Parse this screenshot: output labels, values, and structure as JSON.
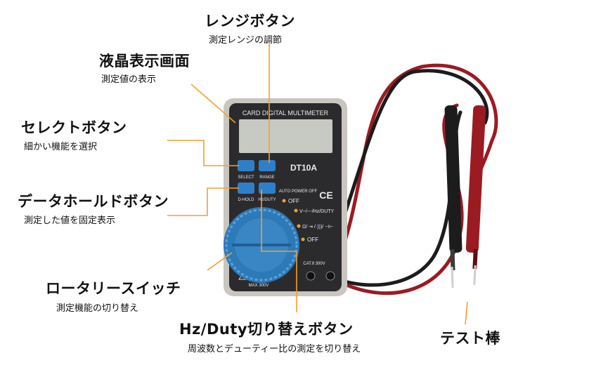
{
  "labels": {
    "range": {
      "title": "レンジボタン",
      "desc": "測定レンジの調節"
    },
    "lcd": {
      "title": "液晶表示画面",
      "desc": "測定値の表示"
    },
    "select": {
      "title": "セレクトボタン",
      "desc": "細かい機能を選択"
    },
    "hold": {
      "title": "データホールドボタン",
      "desc": "測定した値を固定表示"
    },
    "rotary": {
      "title": "ロータリースイッチ",
      "desc": "測定機能の切り替え"
    },
    "hz": {
      "title": "Hz/Duty切り替えボタン",
      "desc": "周波数とデューティー比の測定を切り替え"
    },
    "probe": {
      "title": "テスト棒"
    }
  },
  "device": {
    "brand": "CARD DIGITAL MULTIMETER",
    "model": "DT10A",
    "select_label": "SELECT",
    "range_label": "RANGE",
    "dhold_label": "D-HOLD",
    "hzduty_label": "Hz/DUTY",
    "auto_power_off": "AUTO POWER OFF",
    "ce_mark": "CE",
    "off_top": "OFF",
    "mode_volts": "V~/---/Hz/DUTY",
    "mode_ohm": "Ω/ ⇥ /·)))/ ⊣⊢",
    "off_bottom": "OFF",
    "cat_rating": "CAT.Ⅱ 300V",
    "max_rating": "MAX 300V"
  },
  "colors": {
    "leader_line": "#f0a030",
    "body": "#2b2b2e",
    "frame": "#c9c6bf",
    "lcd": "#c7c9c3",
    "button": "#2f7fc8",
    "dial": "#2e79b8",
    "probe_red": "#9b1b22",
    "probe_black": "#1c1c1c"
  }
}
